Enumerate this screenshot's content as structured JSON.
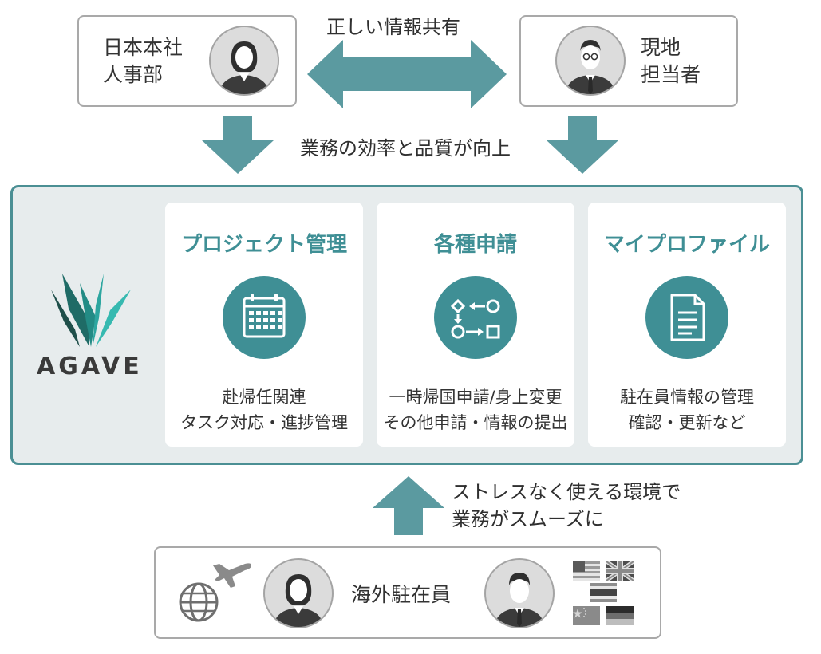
{
  "top": {
    "left_box_label": [
      "日本本社",
      "人事部"
    ],
    "right_box_label": [
      "現地",
      "担当者"
    ],
    "share_label": "正しい情報共有",
    "efficiency_label": "業務の効率と品質が向上"
  },
  "platform": {
    "brand": "AGAVE",
    "cards": [
      {
        "title": "プロジェクト管理",
        "icon": "calendar-icon",
        "desc": [
          "赴帰任関連",
          "タスク対応・進捗管理"
        ]
      },
      {
        "title": "各種申請",
        "icon": "workflow-icon",
        "desc": [
          "一時帰国申請/身上変更",
          "その他申請・情報の提出"
        ]
      },
      {
        "title": "マイプロファイル",
        "icon": "document-icon",
        "desc": [
          "駐在員情報の管理",
          "確認・更新など"
        ]
      }
    ]
  },
  "bottom": {
    "stress_label": [
      "ストレスなく使える環境で",
      "業務がスムーズに"
    ],
    "box_label": "海外駐在員"
  },
  "colors": {
    "teal": "#4b8f94",
    "arrow": "#5b9aa0",
    "card_title": "#3f8f95",
    "avatar_bg": "#dcdcdc"
  }
}
